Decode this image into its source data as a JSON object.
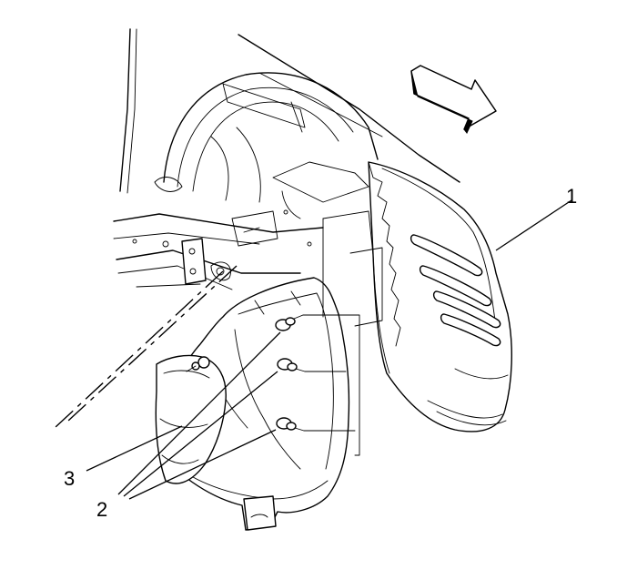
{
  "callouts": {
    "item1": "1",
    "item2": "2",
    "item3": "3"
  },
  "icons": {
    "direction_arrow": "forward-direction-arrow-icon"
  },
  "colors": {
    "line": "#000000",
    "background": "#ffffff"
  }
}
